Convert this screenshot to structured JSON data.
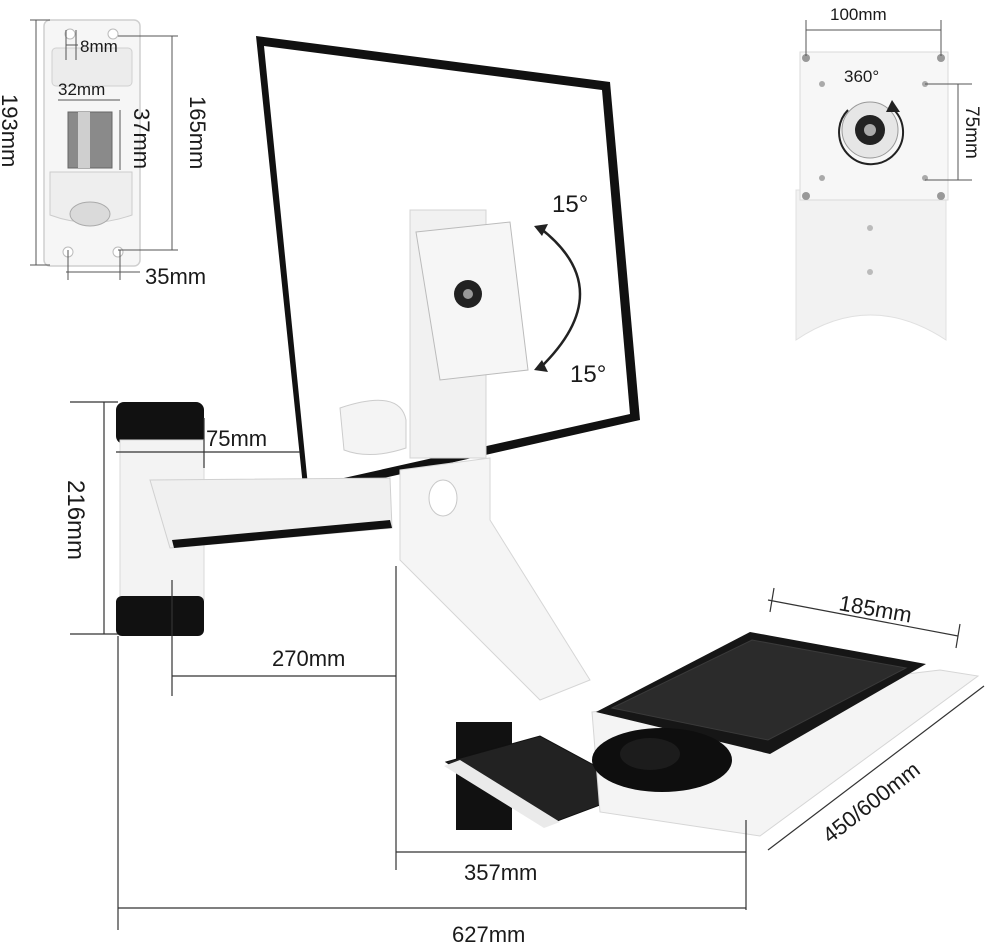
{
  "dimensions": {
    "plate_hole_gap": "8mm",
    "plate_slot_width": "32mm",
    "plate_slot_height": "37mm",
    "plate_hole_spacing": "165mm",
    "plate_total_height": "193mm",
    "plate_bottom_gap": "35mm",
    "vesa_width": "100mm",
    "vesa_height": "75mm",
    "rotation": "360°",
    "tilt_up": "15°",
    "tilt_down": "15°",
    "arm_depth": "75mm",
    "arm_height": "216mm",
    "arm_reach": "270mm",
    "keyboard_depth": "185mm",
    "tray_width": "450/600mm",
    "tray_reach": "357mm",
    "total_reach": "627mm"
  },
  "colors": {
    "line": "#333333",
    "dark": "#111111",
    "white_part": "#f4f4f4",
    "grey_part": "#d9d9d9"
  }
}
